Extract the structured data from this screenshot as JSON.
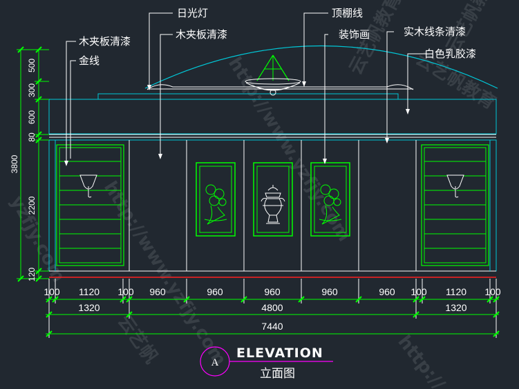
{
  "labels": {
    "daylight_lamp": "日光灯",
    "ceiling_line": "顶棚线",
    "plywood_varnish_top": "木夹板清漆",
    "plywood_varnish_mid": "木夹板清漆",
    "decorative_painting": "装饰画",
    "solid_wood_strip_varnish": "实木线条清漆",
    "white_latex_paint": "白色乳胶漆",
    "gold_line": "金线"
  },
  "dims_horizontal_top": [
    "100",
    "1120",
    "100",
    "960",
    "960",
    "960",
    "960",
    "960",
    "100",
    "1120",
    "100"
  ],
  "dims_horizontal_mid": [
    "1320",
    "4800",
    "1320"
  ],
  "dims_horizontal_total": "7440",
  "dims_vertical": [
    "500",
    "300",
    "600",
    "80",
    "2200",
    "120"
  ],
  "dims_vertical_total": "3800",
  "title_block": {
    "bubble_letter": "A",
    "title": "ELEVATION",
    "subtitle": "立面图"
  },
  "watermarks": [
    "http://www.yzfjy.com",
    "云艺帆教育",
    "http://www.yzfjy.com",
    "云艺帆教育",
    "http://",
    "云艺帆",
    "yzfjy.com",
    "云艺帆教育"
  ],
  "colors": {
    "background": "#212830",
    "cad_green": "#00ff00",
    "cad_cyan": "#00c8d8",
    "cad_white": "#ffffff",
    "cad_red": "#ff2020",
    "cad_magenta": "#ff00ff"
  }
}
